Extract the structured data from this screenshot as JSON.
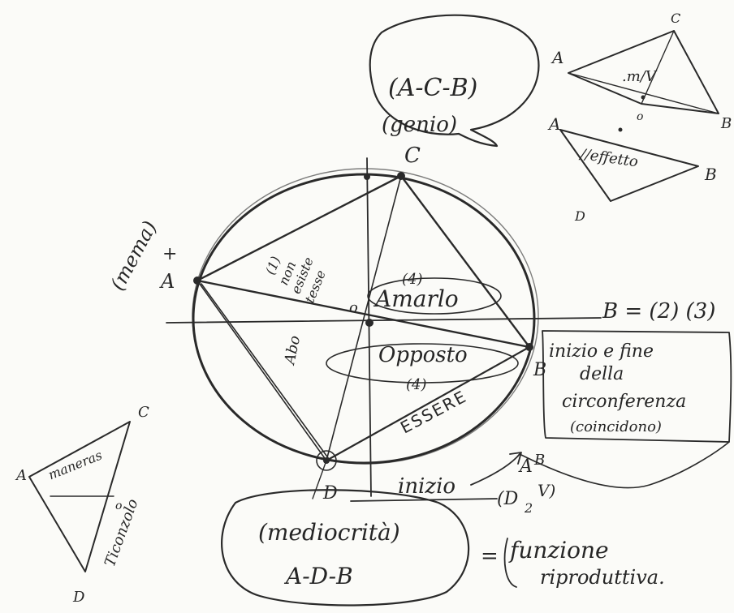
{
  "main_diagram": {
    "title_bubble": {
      "line1": "(A-C-B)",
      "line2": "(genio)"
    },
    "points": {
      "A": "A",
      "B": "B",
      "C": "C",
      "D": "D",
      "O": "o"
    },
    "labels": {
      "mema": "(mema)",
      "plus": "+",
      "inner_1": "(1)",
      "inner_1_text1": "non",
      "inner_1_text2": "esiste",
      "inner_1_text3": "tesse",
      "amarlo_num": "(4)",
      "amarlo": "Amarlo",
      "opposto": "Opposto",
      "opposto_num": "(4)",
      "essere": "ESSERE",
      "left_vertical": "Abo",
      "b_eq": "B = (2) (3)",
      "b_box": [
        "inizio e fine",
        "della",
        "circonferenza",
        "(coincidono)"
      ],
      "inizio": "inizio",
      "arrow_a": "A",
      "d_frac_top": "B",
      "d_frac": "(D",
      "d_frac_sub": "2",
      "d_frac_v": "V)"
    },
    "bottom_bubble": {
      "line1": "(mediocrità)",
      "line2": "A-D-B"
    },
    "equals": "=",
    "result": [
      "funzione",
      "riproduttiva."
    ]
  },
  "small_triangle_top": {
    "A": "A",
    "C": "C",
    "B": "B",
    "D": "o",
    "inner": ".m/V"
  },
  "small_triangle_mid": {
    "A": "A",
    "B": "B",
    "D": "D",
    "inner": "//effetto"
  },
  "small_triangle_left": {
    "A": "A",
    "C": "C",
    "D": "D",
    "O": "o",
    "inner": "maneras",
    "side": "Ticonzolo"
  }
}
